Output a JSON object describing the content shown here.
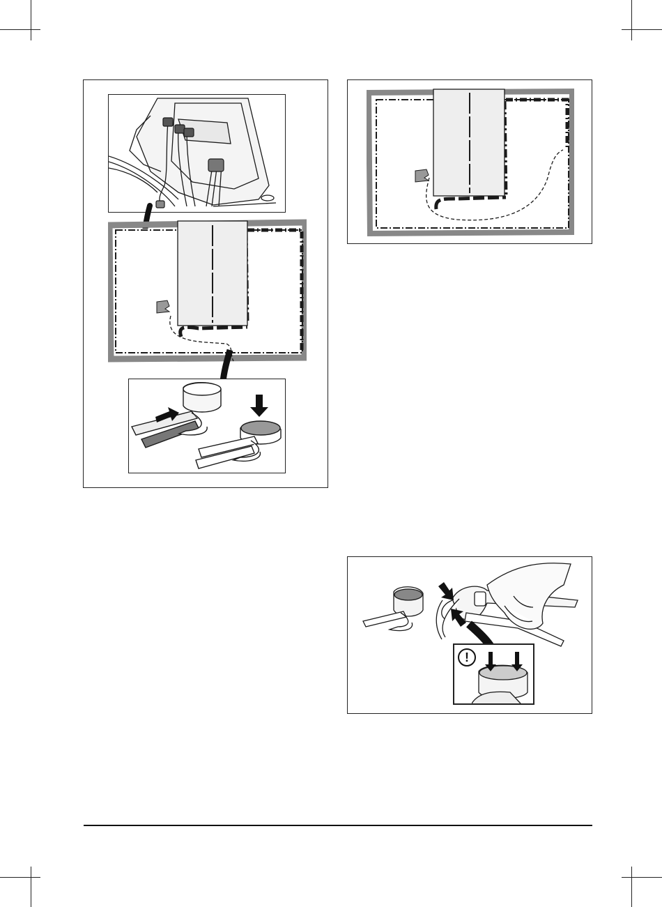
{
  "page": {
    "figures": [
      {
        "id": "fig-connect-guide-wire",
        "description_icons": [
          "charging-station-icon",
          "connector-icon",
          "coupler-icon"
        ]
      },
      {
        "id": "fig-guide-wire-layout",
        "description_icons": [
          "charging-station-icon",
          "connector-icon"
        ]
      },
      {
        "id": "fig-press-coupler",
        "description_icons": [
          "coupler-icon",
          "pliers-icon",
          "hand-icon",
          "warning-icon"
        ]
      }
    ],
    "warning_symbol": "!",
    "colors": {
      "ink": "#1a1a1a",
      "lawn_border": "#888888",
      "station_fill": "#eeeeee"
    }
  }
}
